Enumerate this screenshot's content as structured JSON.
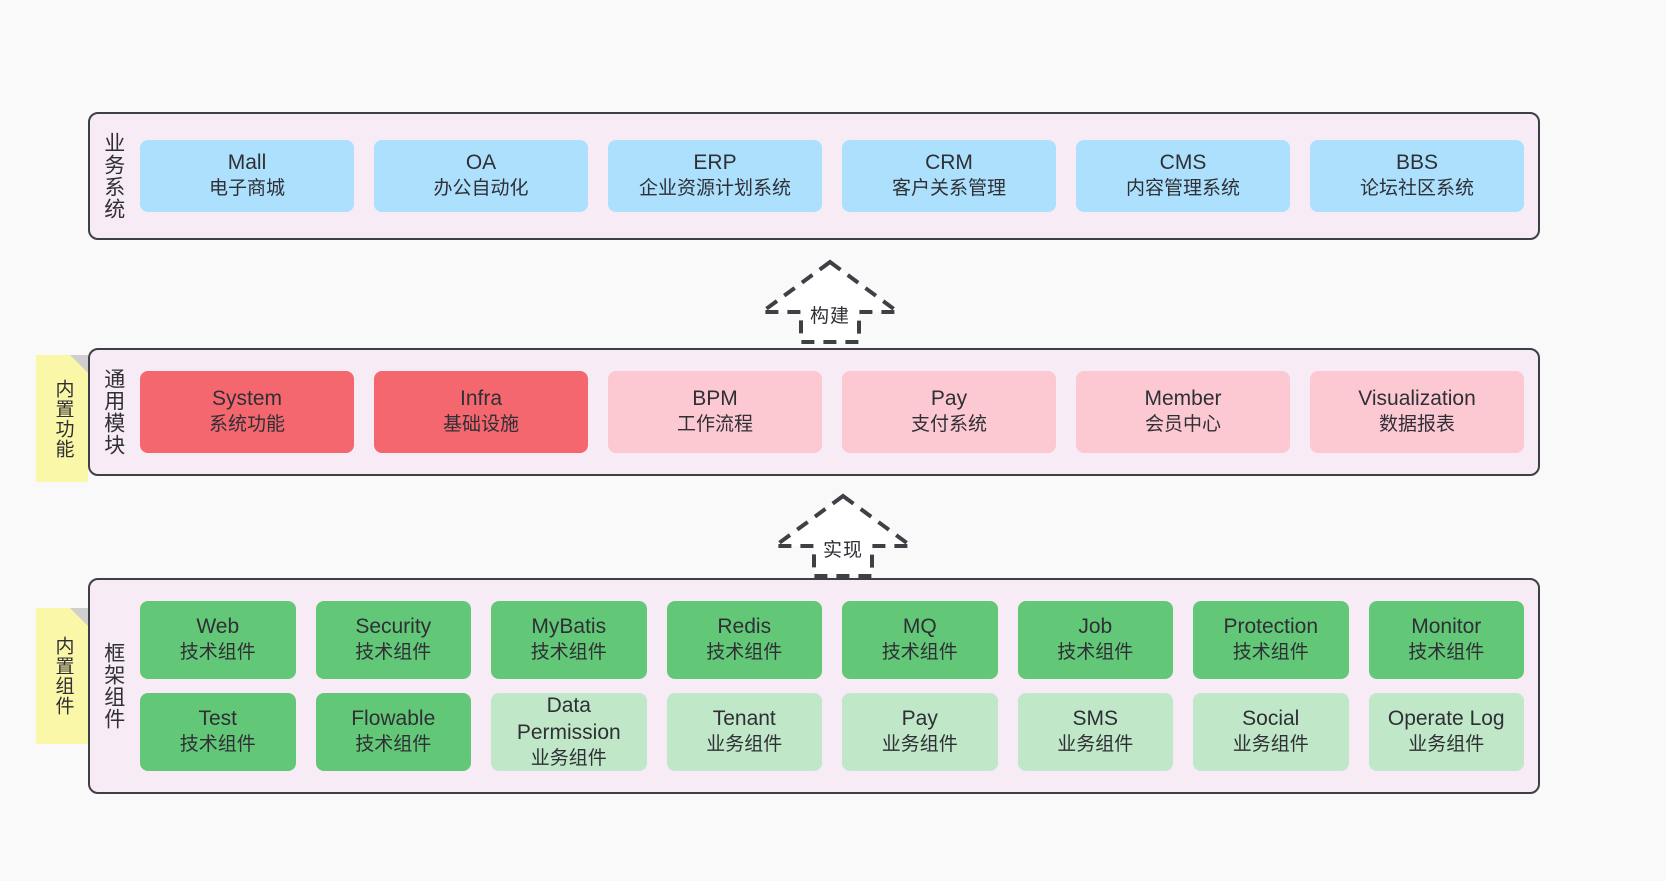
{
  "diagram": {
    "title": "Framework architecture layers",
    "colors": {
      "layer_background": "#f7ebf5",
      "layer_border": "#3f3f46",
      "business_tile": "#ade0fd",
      "module_core_tile": "#f4676f",
      "module_tile": "#fcc9d3",
      "tech_component_tile": "#62c878",
      "business_component_tile": "#bfe7c8",
      "note_background": "#fbf7a8",
      "note_fold": "#cfcfcf",
      "page_background": "#f9f9f9"
    }
  },
  "layers": [
    {
      "id": "business",
      "title": "业务系统",
      "rows": [
        {
          "cells": [
            {
              "en": "Mall",
              "cn": "电子商城",
              "style": "t-blue"
            },
            {
              "en": "OA",
              "cn": "办公自动化",
              "style": "t-blue"
            },
            {
              "en": "ERP",
              "cn": "企业资源计划系统",
              "style": "t-blue"
            },
            {
              "en": "CRM",
              "cn": "客户关系管理",
              "style": "t-blue"
            },
            {
              "en": "CMS",
              "cn": "内容管理系统",
              "style": "t-blue"
            },
            {
              "en": "BBS",
              "cn": "论坛社区系统",
              "style": "t-blue"
            }
          ]
        }
      ]
    },
    {
      "id": "modules",
      "title": "通用模块",
      "rows": [
        {
          "cells": [
            {
              "en": "System",
              "cn": "系统功能",
              "style": "t-red"
            },
            {
              "en": "Infra",
              "cn": "基础设施",
              "style": "t-red"
            },
            {
              "en": "BPM",
              "cn": "工作流程",
              "style": "t-pink"
            },
            {
              "en": "Pay",
              "cn": "支付系统",
              "style": "t-pink"
            },
            {
              "en": "Member",
              "cn": "会员中心",
              "style": "t-pink"
            },
            {
              "en": "Visualization",
              "cn": "数据报表",
              "style": "t-pink"
            }
          ]
        }
      ]
    },
    {
      "id": "framework",
      "title": "框架组件",
      "rows": [
        {
          "cells": [
            {
              "en": "Web",
              "cn": "技术组件",
              "style": "t-green"
            },
            {
              "en": "Security",
              "cn": "技术组件",
              "style": "t-green"
            },
            {
              "en": "MyBatis",
              "cn": "技术组件",
              "style": "t-green"
            },
            {
              "en": "Redis",
              "cn": "技术组件",
              "style": "t-green"
            },
            {
              "en": "MQ",
              "cn": "技术组件",
              "style": "t-green"
            },
            {
              "en": "Job",
              "cn": "技术组件",
              "style": "t-green"
            },
            {
              "en": "Protection",
              "cn": "技术组件",
              "style": "t-green"
            },
            {
              "en": "Monitor",
              "cn": "技术组件",
              "style": "t-green"
            }
          ]
        },
        {
          "cells": [
            {
              "en": "Test",
              "cn": "技术组件",
              "style": "t-green"
            },
            {
              "en": "Flowable",
              "cn": "技术组件",
              "style": "t-green"
            },
            {
              "en": "Data Permission",
              "cn": "业务组件",
              "style": "t-lightgreen"
            },
            {
              "en": "Tenant",
              "cn": "业务组件",
              "style": "t-lightgreen"
            },
            {
              "en": "Pay",
              "cn": "业务组件",
              "style": "t-lightgreen"
            },
            {
              "en": "SMS",
              "cn": "业务组件",
              "style": "t-lightgreen"
            },
            {
              "en": "Social",
              "cn": "业务组件",
              "style": "t-lightgreen"
            },
            {
              "en": "Operate Log",
              "cn": "业务组件",
              "style": "t-lightgreen"
            }
          ]
        }
      ]
    }
  ],
  "notes": [
    {
      "id": "builtin-features",
      "label": "内置功能"
    },
    {
      "id": "builtin-components",
      "label": "内置组件"
    }
  ],
  "arrows": [
    {
      "id": "build",
      "label": "构建",
      "direction": "up"
    },
    {
      "id": "implement",
      "label": "实现",
      "direction": "up"
    }
  ]
}
